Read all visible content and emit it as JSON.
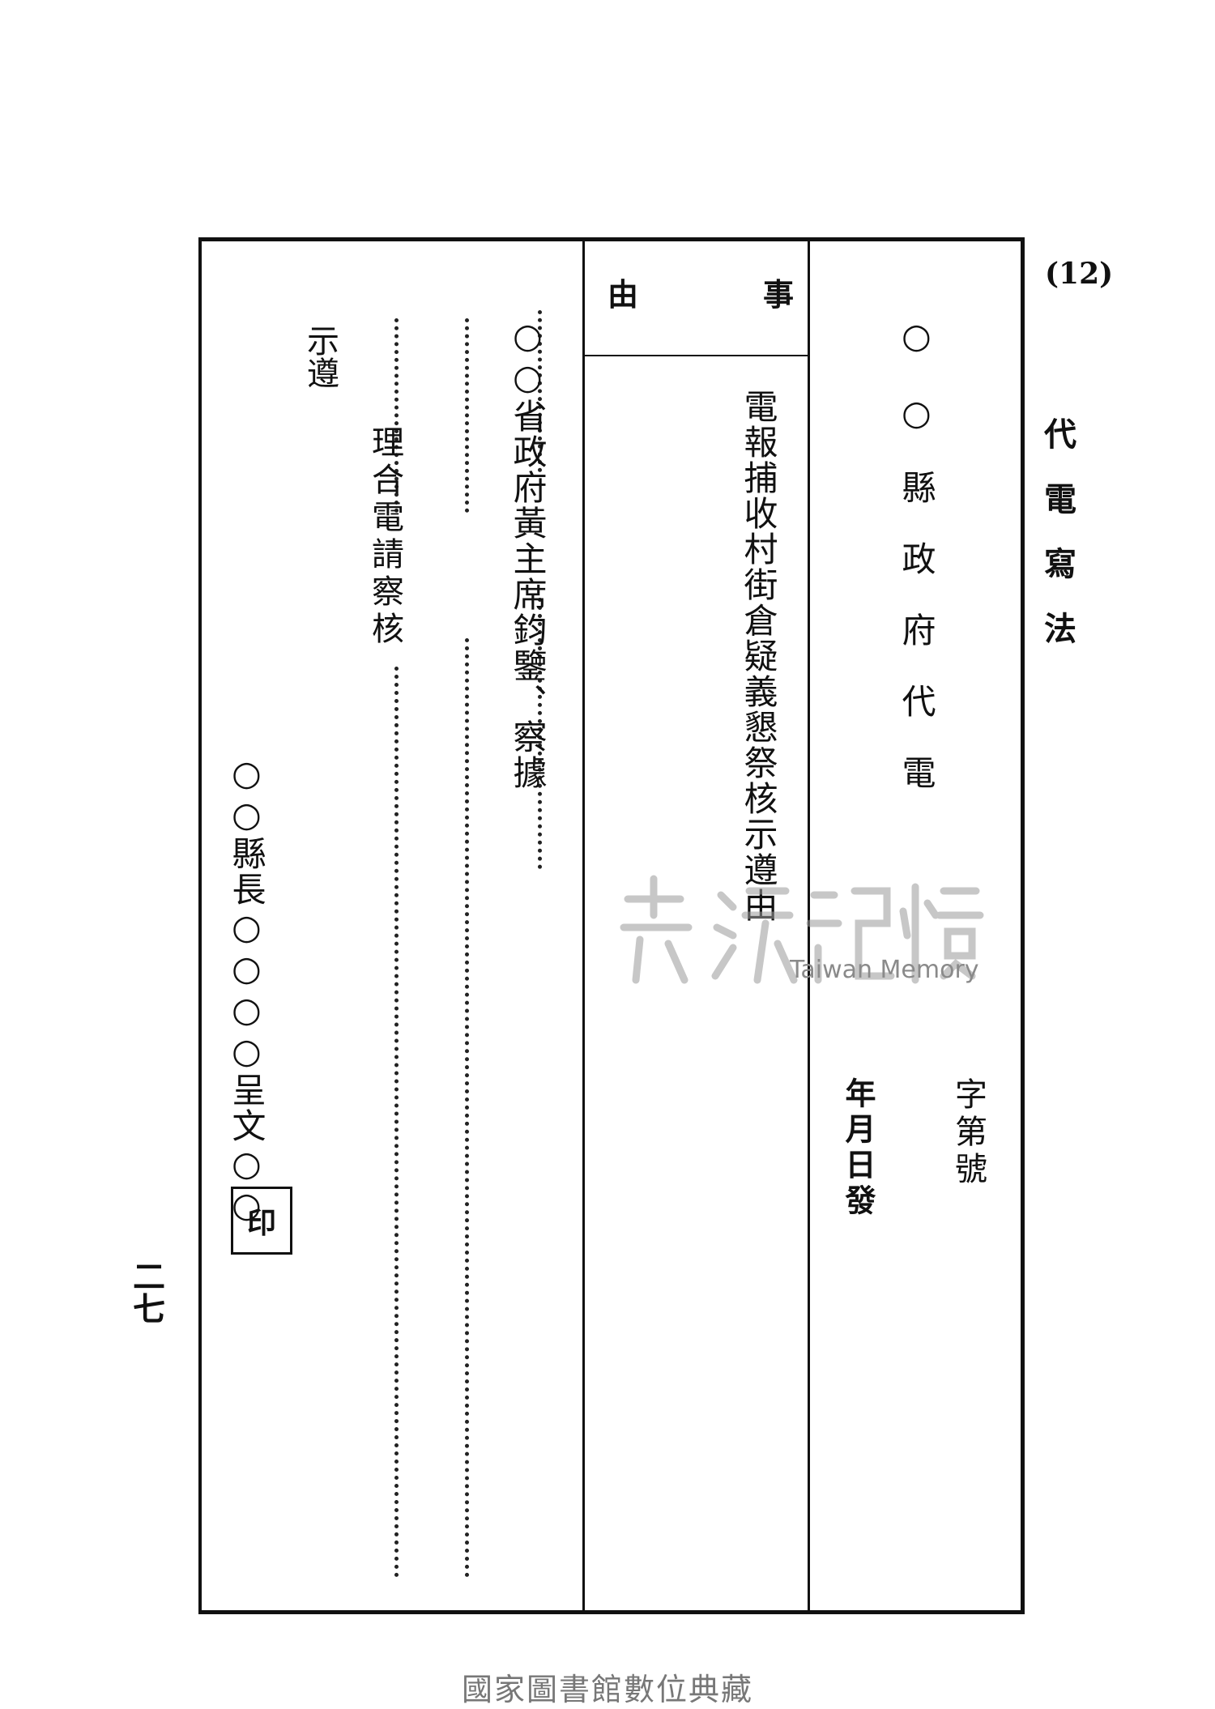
{
  "header": {
    "section_number": "(12)",
    "section_title": "代電寫法"
  },
  "form": {
    "sender_office": "○○縣政府代電",
    "doc_number_label": "字第號",
    "date_label": "年月日發",
    "subject_header_left": "由",
    "subject_header_right": "事",
    "subject_text": "電報捕收村街倉疑義懇祭核示遵由",
    "addressee": "○○省政府黃主席鈞鑒、察據",
    "body_request": "理合電請察核",
    "closing": "示遵",
    "signature": "○○縣長○○○○呈文○○",
    "seal": "印"
  },
  "page_number": "二七",
  "watermark": {
    "logo_text": "臺灣記憶",
    "english": "Taiwan Memory"
  },
  "footer": {
    "library_credit": "國家圖書館數位典藏"
  }
}
